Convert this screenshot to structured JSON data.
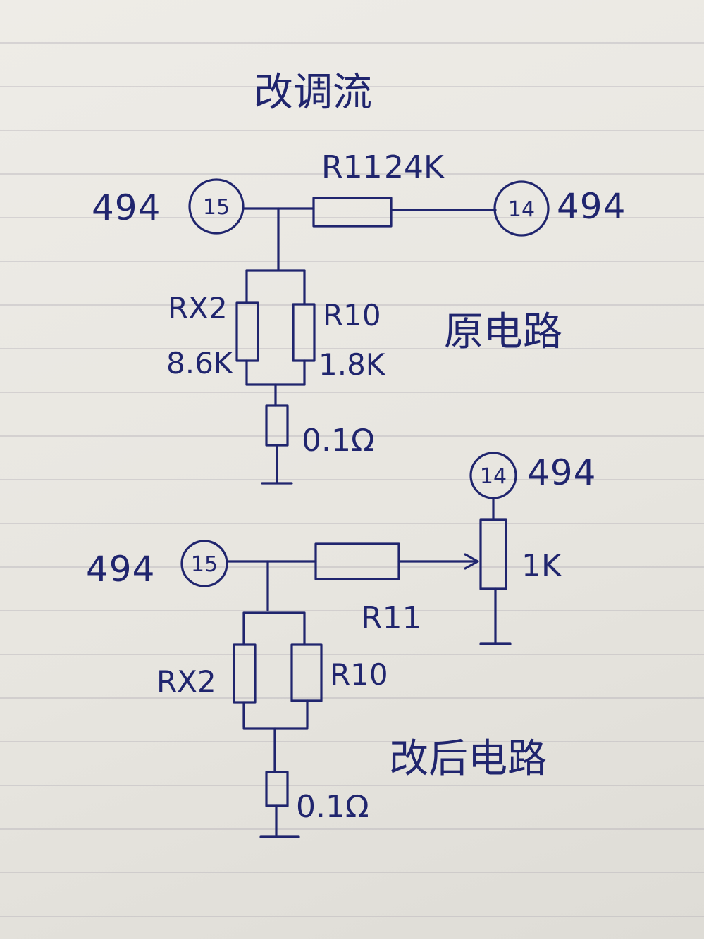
{
  "title": "改调流",
  "original": {
    "caption": "原电路",
    "left_terminal": {
      "ic": "494",
      "pin": "15"
    },
    "right_terminal": {
      "ic": "494",
      "pin": "14"
    },
    "r11": {
      "name": "R11",
      "value": "24K"
    },
    "rx2": {
      "name": "RX2",
      "value": "8.6K"
    },
    "r10": {
      "name": "R10",
      "value": "1.8K"
    },
    "shunt": {
      "value": "0.1Ω"
    }
  },
  "modified": {
    "caption": "改后电路",
    "left_terminal": {
      "ic": "494",
      "pin": "15"
    },
    "top_terminal": {
      "ic": "494",
      "pin": "14"
    },
    "r11": {
      "name": "R11"
    },
    "rx2": {
      "name": "RX2"
    },
    "r10": {
      "name": "R10"
    },
    "pot": {
      "value": "1K"
    },
    "shunt": {
      "value": "0.1Ω"
    }
  }
}
